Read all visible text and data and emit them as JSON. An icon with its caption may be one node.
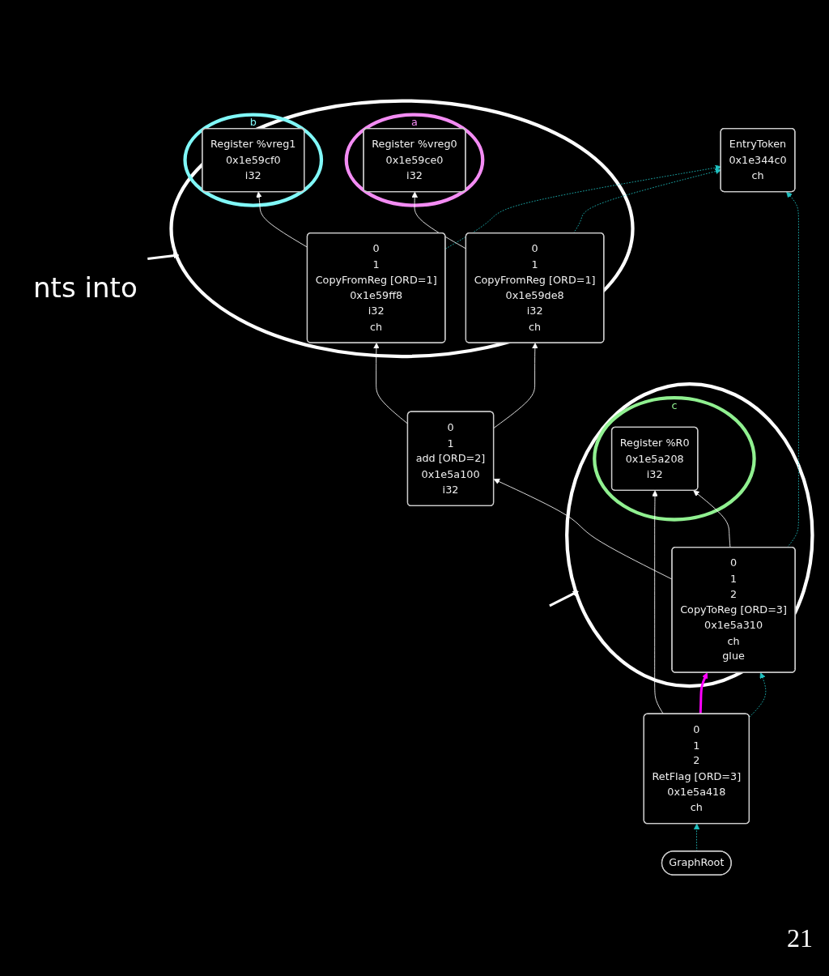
{
  "diagram": {
    "nodes": [
      {
        "text": [
          "nts into"
        ]
      },
      {
        "text": [],
        "shape": "circle"
      },
      {
        "text": [
          "a"
        ],
        "in": 1
      },
      {
        "text": [
          "Register %vreg0",
          "0x1e59ce0",
          "i32"
        ],
        "in": 2
      },
      {
        "text": [
          "b"
        ],
        "in": 1
      },
      {
        "text": [
          "Register %vreg1",
          "0x1e59cf0",
          "i32"
        ],
        "in": 4
      },
      {
        "text": [
          "0",
          "1",
          "CopyFromReg [ORD=1]",
          "0x1e59de8",
          "i32",
          "ch"
        ],
        "in": 1
      },
      {
        "text": [
          "0",
          "1",
          "CopyFromReg [ORD=1]",
          "0x1e59ff8",
          "i32",
          "ch"
        ],
        "in": 1
      },
      {
        "text": [
          "EntryToken",
          "0x1e344c0",
          "ch"
        ]
      },
      {
        "text": [
          "0",
          "1",
          "add [ORD=2]",
          "0x1e5a100",
          "i32"
        ]
      },
      {
        "text": [],
        "shape": "circle"
      },
      {
        "text": [
          "c"
        ],
        "in": 10
      },
      {
        "text": [
          "Register %R0",
          "0x1e5a208",
          "i32"
        ],
        "in": 11
      },
      {
        "text": [
          "0",
          "1",
          "2",
          "CopyToReg [ORD=3]",
          "0x1e5a310",
          "ch",
          "glue"
        ],
        "in": 10
      },
      {
        "text": [
          "0",
          "1",
          "2",
          "RetFlag [ORD=3]",
          "0x1e5a418",
          "ch"
        ]
      },
      {
        "text": [
          "GraphRoot"
        ]
      }
    ],
    "edges": [
      {
        "from": 0,
        "to": 1,
        "arrow": "to",
        "style": "thick"
      },
      {
        "from": null,
        "to": 10,
        "arrow": "to",
        "style": "thick"
      },
      {
        "from": 6,
        "to": 8,
        "arrow": "to",
        "style": "dashed",
        "color": "#20c0c0"
      },
      {
        "from": 6,
        "to": 3,
        "arrow": "to"
      },
      {
        "from": 7,
        "to": 8,
        "arrow": "to",
        "style": "dashed",
        "color": "#20c0c0"
      },
      {
        "from": 7,
        "to": 5,
        "arrow": "to"
      },
      {
        "from": 9,
        "to": 6,
        "arrow": "to"
      },
      {
        "from": 9,
        "to": 7,
        "arrow": "to"
      },
      {
        "from": 13,
        "to": 8,
        "arrow": "to",
        "style": "dashed",
        "color": "#20c0c0"
      },
      {
        "from": 13,
        "to": 12,
        "arrow": "to"
      },
      {
        "from": 13,
        "to": 9,
        "arrow": "to"
      },
      {
        "from": 14,
        "to": 13,
        "arrow": "to",
        "style": "dashed",
        "color": "#20c0c0"
      },
      {
        "from": 14,
        "to": 12,
        "arrow": "to"
      },
      {
        "from": 14,
        "to": 13,
        "arrow": "to",
        "style": "thick",
        "color": "#ff00ff"
      },
      {
        "from": 15,
        "to": 14,
        "arrow": "to",
        "style": "dashed",
        "color": "#20c0c0"
      }
    ],
    "labels": [
      "21"
    ]
  }
}
